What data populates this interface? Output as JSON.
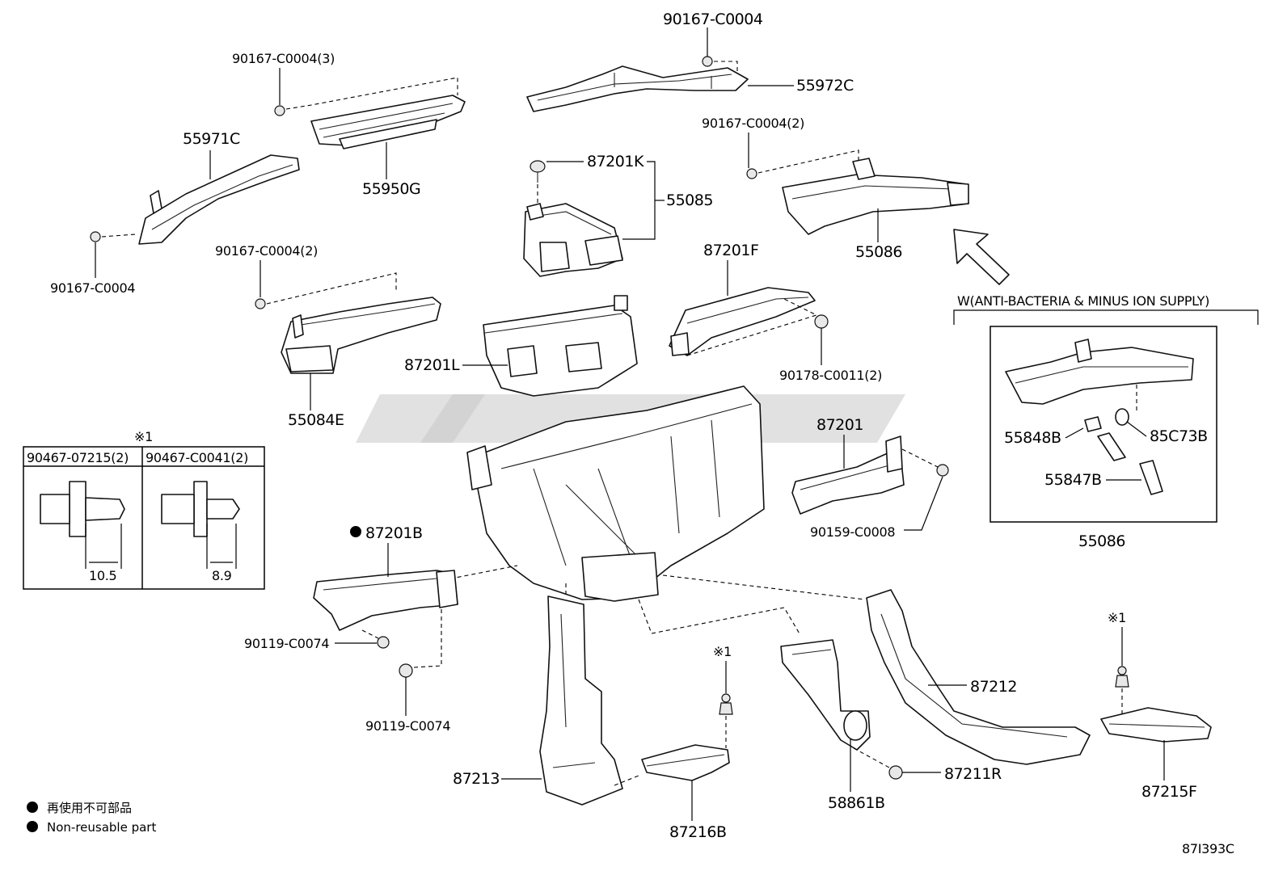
{
  "labels": {
    "p_90167_top": "90167-C0004",
    "p_55972C": "55972C",
    "p_90167_3": "90167-C0004(3)",
    "p_55971C": "55971C",
    "p_55950G": "55950G",
    "p_90167_left": "90167-C0004",
    "p_87201K": "87201K",
    "p_55085": "55085",
    "p_90167_2_right": "90167-C0004(2)",
    "p_55086_top": "55086",
    "p_90167_2_left": "90167-C0004(2)",
    "p_55084E": "55084E",
    "p_87201F": "87201F",
    "p_90178": "90178-C0011(2)",
    "p_87201L": "87201L",
    "p_87201": "87201",
    "p_90159": "90159-C0008",
    "p_87201B": "87201B",
    "p_90119_a": "90119-C0074",
    "p_90119_b": "90119-C0074",
    "p_87213": "87213",
    "p_87216B": "87216B",
    "p_58861B": "58861B",
    "p_87211R": "87211R",
    "p_87212": "87212",
    "p_87215F": "87215F",
    "p_55848B": "55848B",
    "p_85C73B": "85C73B",
    "p_55847B": "55847B",
    "p_55086_box": "55086"
  },
  "marks": {
    "star1_clip_table": "※1",
    "star1_middle": "※1",
    "star1_right": "※1"
  },
  "option_box": {
    "title": "W(ANTI-BACTERIA & MINUS ION SUPPLY)"
  },
  "clip_table": {
    "col1_header": "90467-07215(2)",
    "col2_header": "90467-C0041(2)",
    "col1_dim": "10.5",
    "col2_dim": "8.9"
  },
  "legend": {
    "items": [
      {
        "text": "再使用不可部品"
      },
      {
        "text": "Non-reusable part"
      }
    ]
  },
  "footer": {
    "diagram_code": "87I393C"
  },
  "colors": {
    "line": "#000000",
    "watermark": "#c9c9c9",
    "background": "#ffffff"
  }
}
